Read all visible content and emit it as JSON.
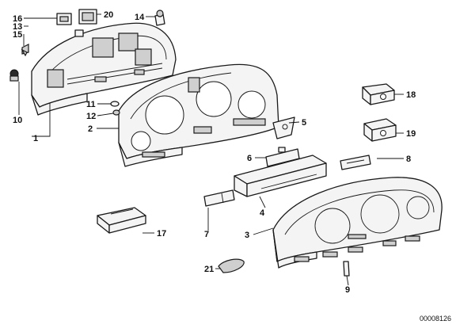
{
  "diagram": {
    "document_number": "00008126",
    "callouts": [
      {
        "id": "1",
        "text": "1"
      },
      {
        "id": "2",
        "text": "2"
      },
      {
        "id": "3",
        "text": "3"
      },
      {
        "id": "4",
        "text": "4"
      },
      {
        "id": "5",
        "text": "5"
      },
      {
        "id": "6",
        "text": "6"
      },
      {
        "id": "7",
        "text": "7"
      },
      {
        "id": "8",
        "text": "8"
      },
      {
        "id": "9",
        "text": "9"
      },
      {
        "id": "10",
        "text": "10"
      },
      {
        "id": "11",
        "text": "11"
      },
      {
        "id": "12",
        "text": "12"
      },
      {
        "id": "13",
        "text": "13"
      },
      {
        "id": "14",
        "text": "14"
      },
      {
        "id": "15",
        "text": "15"
      },
      {
        "id": "16",
        "text": "16"
      },
      {
        "id": "17",
        "text": "17"
      },
      {
        "id": "18",
        "text": "18"
      },
      {
        "id": "19",
        "text": "19"
      },
      {
        "id": "20",
        "text": "20"
      },
      {
        "id": "21",
        "text": "21"
      }
    ]
  }
}
